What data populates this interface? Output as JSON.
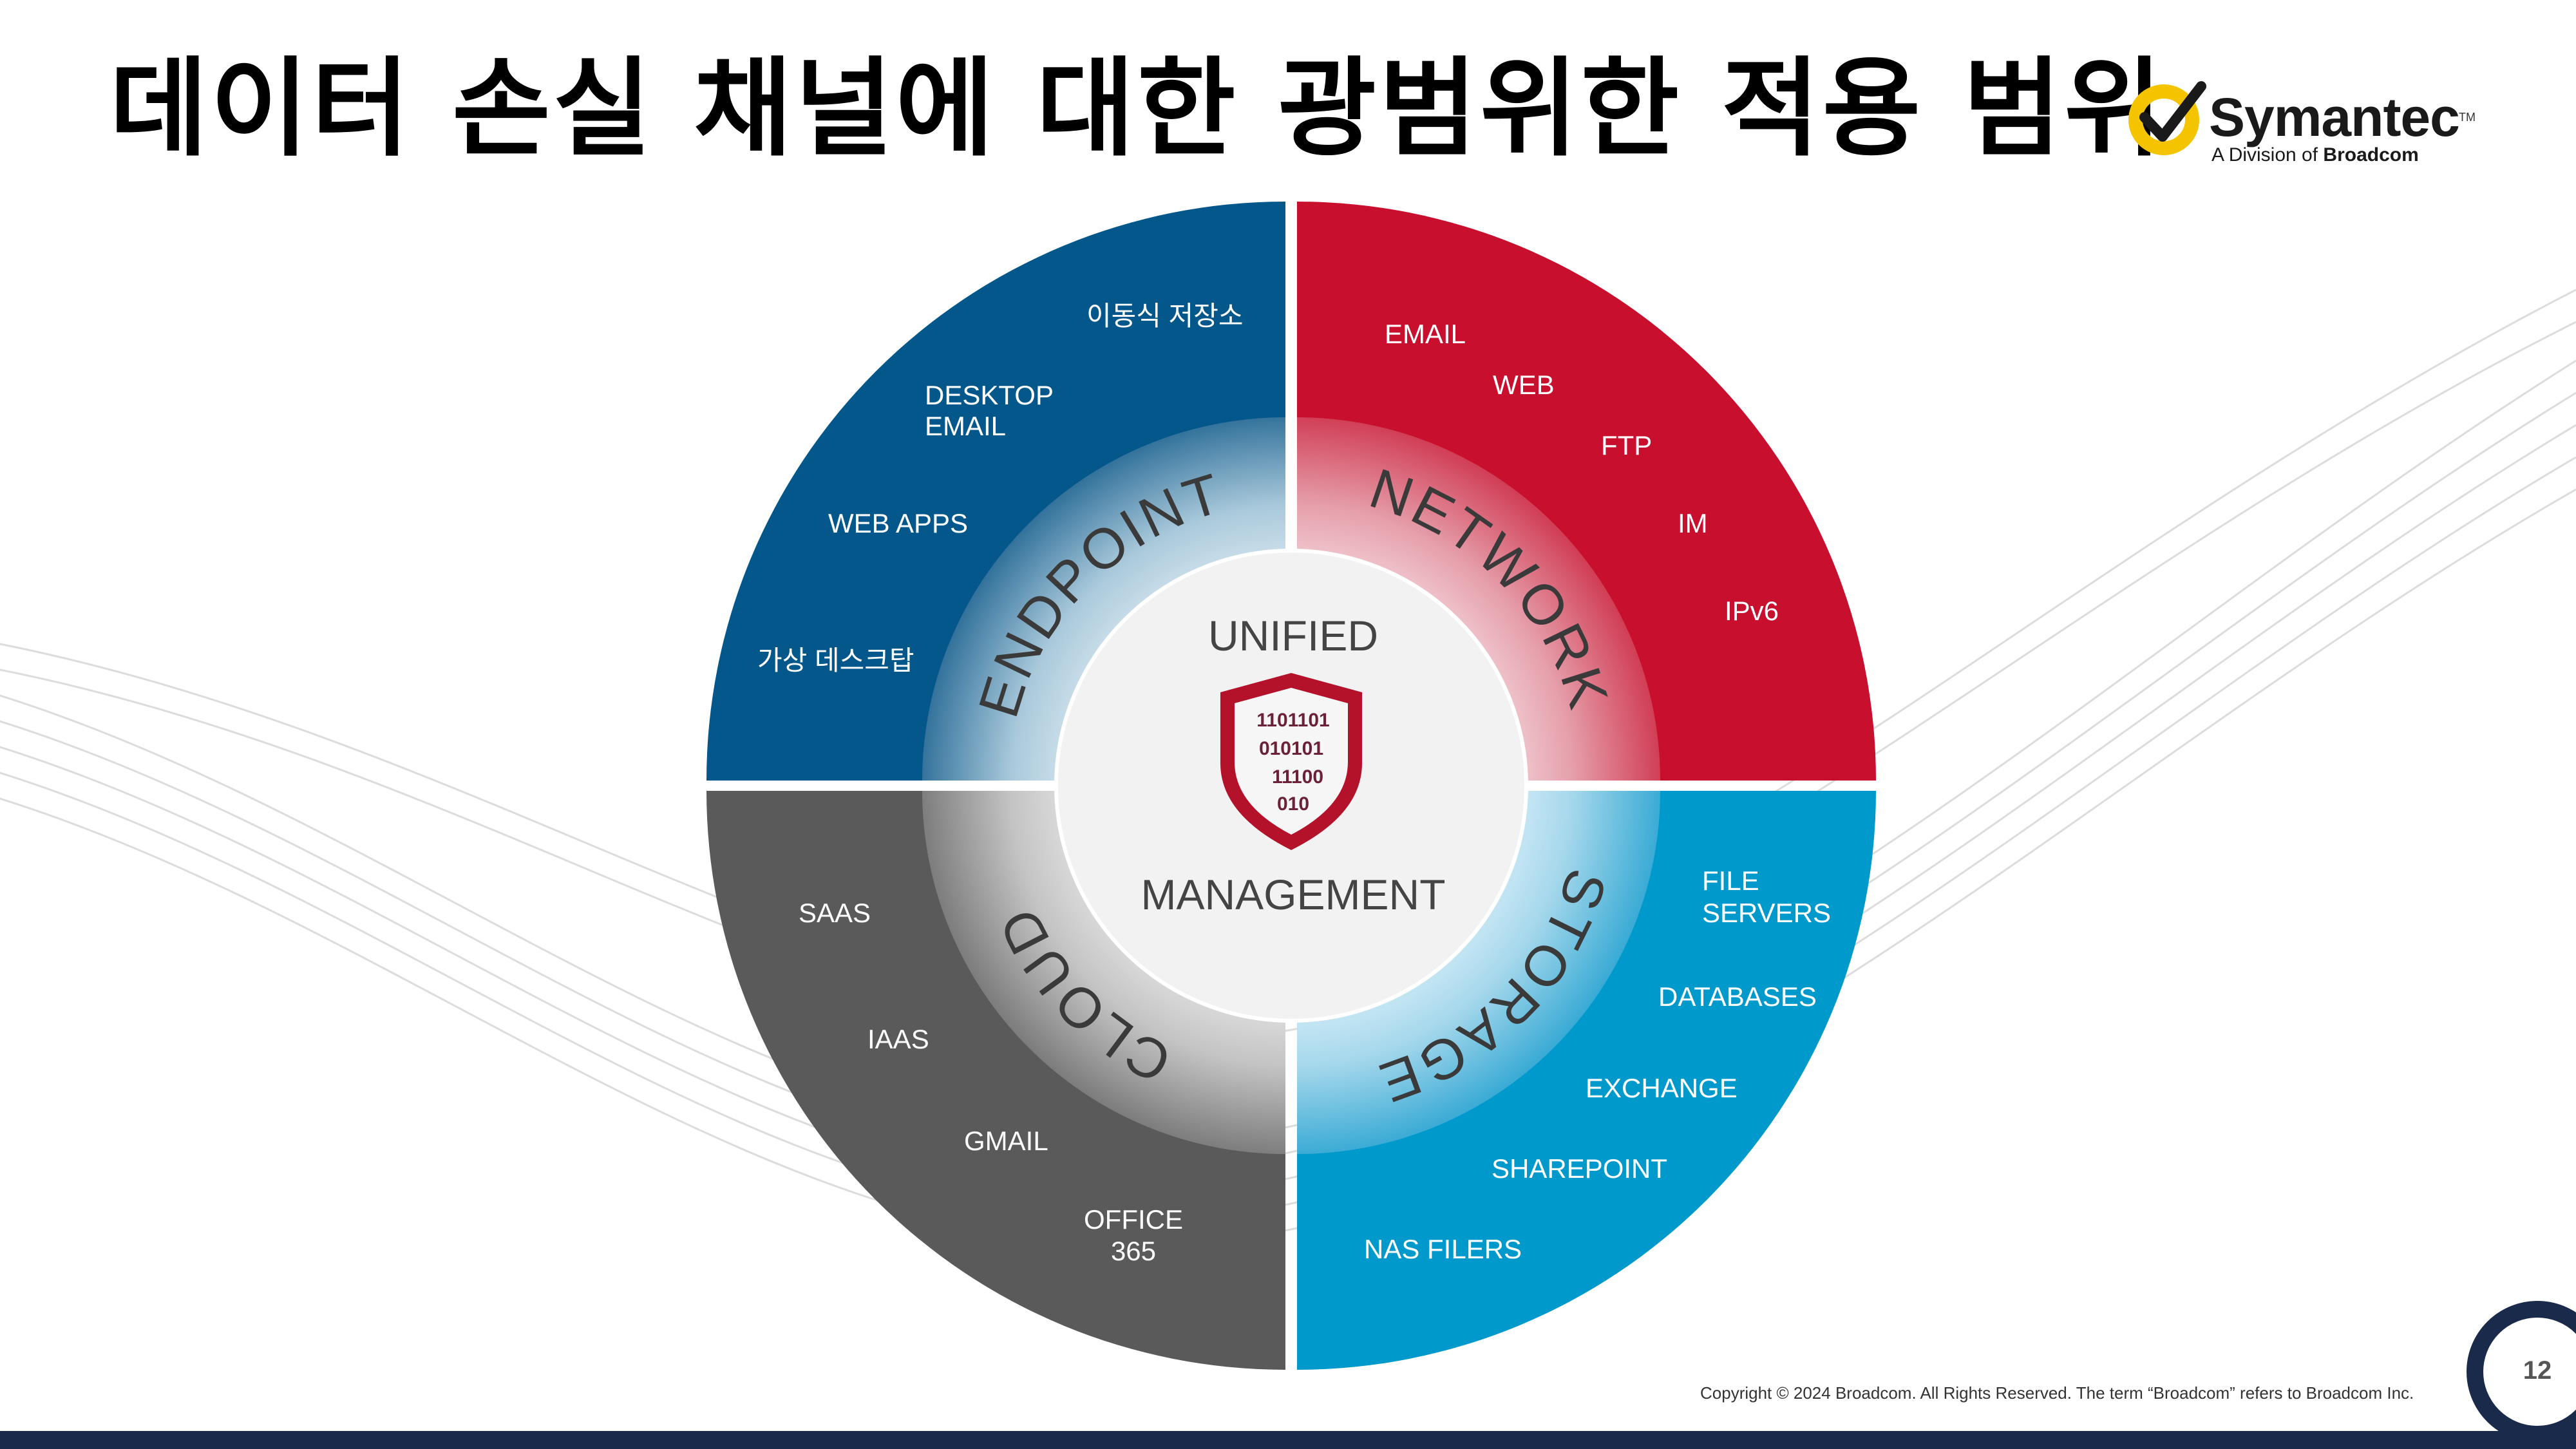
{
  "title": "데이터 손실 채널에 대한 광범위한 적용 범위",
  "logo": {
    "name": "Symantec",
    "tm": "TM",
    "sub_prefix": "A Division of ",
    "sub_brand": "Broadcom"
  },
  "center": {
    "top_label": "UNIFIED",
    "bottom_label": "MANAGEMENT",
    "shield_lines": [
      "1101101",
      "010101",
      "11100",
      "010"
    ]
  },
  "quadrants": {
    "endpoint": {
      "name": "ENDPOINT",
      "color": "#03578a",
      "items": [
        "이동식 저장소",
        "DESKTOP",
        "EMAIL",
        "WEB APPS",
        "가상 데스크탑"
      ]
    },
    "network": {
      "name": "NETWORK",
      "color": "#c8102e",
      "items": [
        "EMAIL",
        "WEB",
        "FTP",
        "IM",
        "IPv6"
      ]
    },
    "cloud": {
      "name": "CLOUD",
      "color": "#5a5a5a",
      "items": [
        "SAAS",
        "IAAS",
        "GMAIL",
        "OFFICE",
        "365"
      ]
    },
    "storage": {
      "name": "STORAGE",
      "color": "#0099cc",
      "items": [
        "FILE",
        "SERVERS",
        "DATABASES",
        "EXCHANGE",
        "SHAREPOINT",
        "NAS FILERS"
      ]
    }
  },
  "copyright": "Copyright © 2024 Broadcom.  All Rights Reserved. The term “Broadcom” refers to Broadcom Inc.",
  "page_number": "12"
}
